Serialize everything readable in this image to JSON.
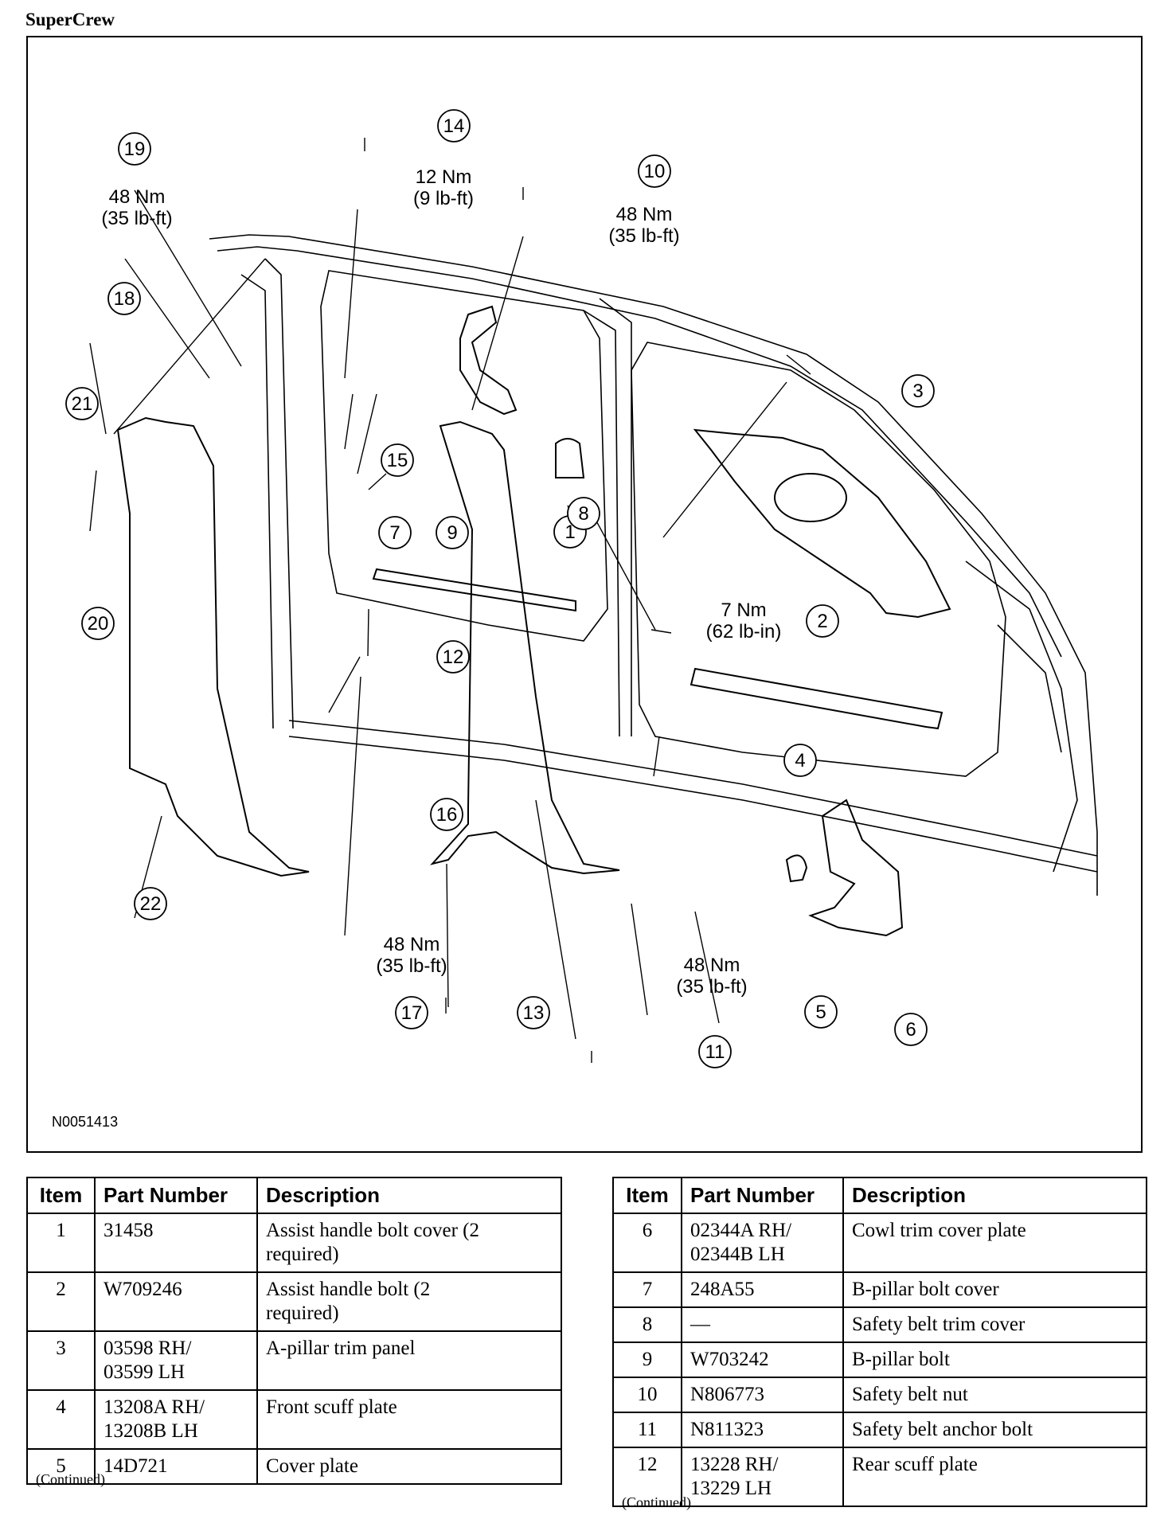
{
  "title": "SuperCrew",
  "figure_id": "N0051413",
  "callouts": {
    "c1": "1",
    "c2": "2",
    "c3": "3",
    "c4": "4",
    "c5": "5",
    "c6": "6",
    "c7": "7",
    "c8": "8",
    "c9": "9",
    "c10": "10",
    "c11": "11",
    "c12": "12",
    "c13": "13",
    "c14": "14",
    "c15": "15",
    "c16": "16",
    "c17": "17",
    "c18": "18",
    "c19": "19",
    "c20": "20",
    "c21": "21",
    "c22": "22"
  },
  "torques": {
    "t19": [
      "48 Nm",
      "(35 lb-ft)"
    ],
    "t14": [
      "12 Nm",
      "(9 lb-ft)"
    ],
    "t10": [
      "48 Nm",
      "(35 lb-ft)"
    ],
    "t2": [
      "7 Nm",
      "(62 lb-in)"
    ],
    "t17": [
      "48 Nm",
      "(35 lb-ft)"
    ],
    "t11": [
      "48 Nm",
      "(35 lb-ft)"
    ]
  },
  "table_headers": {
    "item": "Item",
    "part_number": "Part Number",
    "description": "Description"
  },
  "left_table": [
    {
      "item": "1",
      "part": [
        "31458"
      ],
      "desc": [
        "Assist handle bolt cover (2",
        "required)"
      ]
    },
    {
      "item": "2",
      "part": [
        "W709246"
      ],
      "desc": [
        "Assist handle bolt (2",
        "required)"
      ]
    },
    {
      "item": "3",
      "part": [
        "03598 RH/",
        "03599 LH"
      ],
      "desc": [
        "A-pillar trim panel"
      ]
    },
    {
      "item": "4",
      "part": [
        "13208A RH/",
        "13208B LH"
      ],
      "desc": [
        "Front scuff plate"
      ]
    },
    {
      "item": "5",
      "part": [
        "14D721"
      ],
      "desc": [
        "Cover plate"
      ]
    }
  ],
  "right_table": [
    {
      "item": "6",
      "part": [
        "02344A RH/",
        "02344B LH"
      ],
      "desc": [
        "Cowl trim cover plate"
      ]
    },
    {
      "item": "7",
      "part": [
        "248A55"
      ],
      "desc": [
        "B-pillar bolt cover"
      ]
    },
    {
      "item": "8",
      "part": [
        "—"
      ],
      "desc": [
        "Safety belt trim cover"
      ]
    },
    {
      "item": "9",
      "part": [
        "W703242"
      ],
      "desc": [
        "B-pillar bolt"
      ]
    },
    {
      "item": "10",
      "part": [
        "N806773"
      ],
      "desc": [
        "Safety belt nut"
      ]
    },
    {
      "item": "11",
      "part": [
        "N811323"
      ],
      "desc": [
        "Safety belt anchor bolt"
      ]
    },
    {
      "item": "12",
      "part": [
        "13228 RH/",
        "13229 LH"
      ],
      "desc": [
        "Rear scuff plate"
      ]
    }
  ],
  "continued_left": "(Continued)",
  "continued_right": "(Continued)"
}
